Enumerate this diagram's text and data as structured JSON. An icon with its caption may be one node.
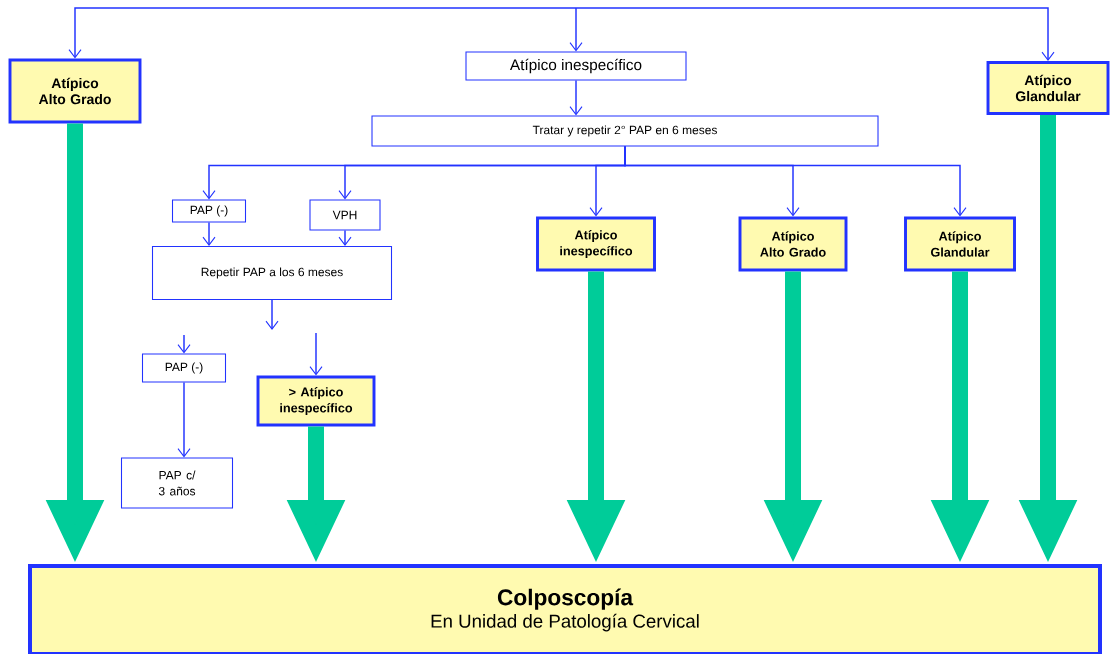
{
  "diagram": {
    "nodes": [
      {
        "text": [
          "Atípico Alto Grado"
        ]
      },
      {
        "text": [
          "Atípico inespecífico"
        ]
      },
      {
        "text": [
          "Atípico Glandular"
        ]
      },
      {
        "text": [
          "Tratar y repetir 2° PAP en 6 meses"
        ]
      },
      {
        "text": [
          "PAP (-)"
        ]
      },
      {
        "text": [
          "VPH"
        ]
      },
      {
        "text": [
          "Repetir PAP a los 6 meses"
        ]
      },
      {
        "text": [
          "Atípico inespecífico"
        ]
      },
      {
        "text": [
          "Atípico Alto Grado"
        ]
      },
      {
        "text": [
          "Atípico Glandular"
        ]
      },
      {
        "text": [
          "PAP (-)"
        ]
      },
      {
        "text": [
          "> Atípico inespecífico"
        ]
      },
      {
        "text": [
          "PAP c/ 3 años"
        ]
      },
      {
        "text": [
          "Colposcopía",
          "En Unidad de Patología Cervical"
        ]
      }
    ],
    "edges": [
      {
        "from": null,
        "to": 0,
        "arrow": "to"
      },
      {
        "from": null,
        "to": 1,
        "arrow": "to"
      },
      {
        "from": null,
        "to": 2,
        "arrow": "to"
      },
      {
        "from": 1,
        "to": 3,
        "arrow": "to"
      },
      {
        "from": 3,
        "to": 4,
        "arrow": "to"
      },
      {
        "from": 3,
        "to": 5,
        "arrow": "to"
      },
      {
        "from": 3,
        "to": 7,
        "arrow": "to"
      },
      {
        "from": 3,
        "to": 8,
        "arrow": "to"
      },
      {
        "from": 3,
        "to": 9,
        "arrow": "to"
      },
      {
        "from": 4,
        "to": 6,
        "arrow": "to"
      },
      {
        "from": 5,
        "to": 6,
        "arrow": "to"
      },
      {
        "from": 6,
        "to": null,
        "arrow": "to"
      },
      {
        "from": null,
        "to": 10,
        "arrow": "to"
      },
      {
        "from": null,
        "to": 11,
        "arrow": "to"
      },
      {
        "from": 10,
        "to": 12,
        "arrow": "to"
      },
      {
        "from": 0,
        "to": 13,
        "arrow": "to",
        "style": "thick",
        "color": "#00cc99"
      },
      {
        "from": 11,
        "to": 13,
        "arrow": "to",
        "style": "thick",
        "color": "#00cc99"
      },
      {
        "from": 7,
        "to": 13,
        "arrow": "to",
        "style": "thick",
        "color": "#00cc99"
      },
      {
        "from": 8,
        "to": 13,
        "arrow": "to",
        "style": "thick",
        "color": "#00cc99"
      },
      {
        "from": 9,
        "to": 13,
        "arrow": "to",
        "style": "thick",
        "color": "#00cc99"
      },
      {
        "from": 2,
        "to": 13,
        "arrow": "to",
        "style": "thick",
        "color": "#00cc99"
      }
    ]
  }
}
